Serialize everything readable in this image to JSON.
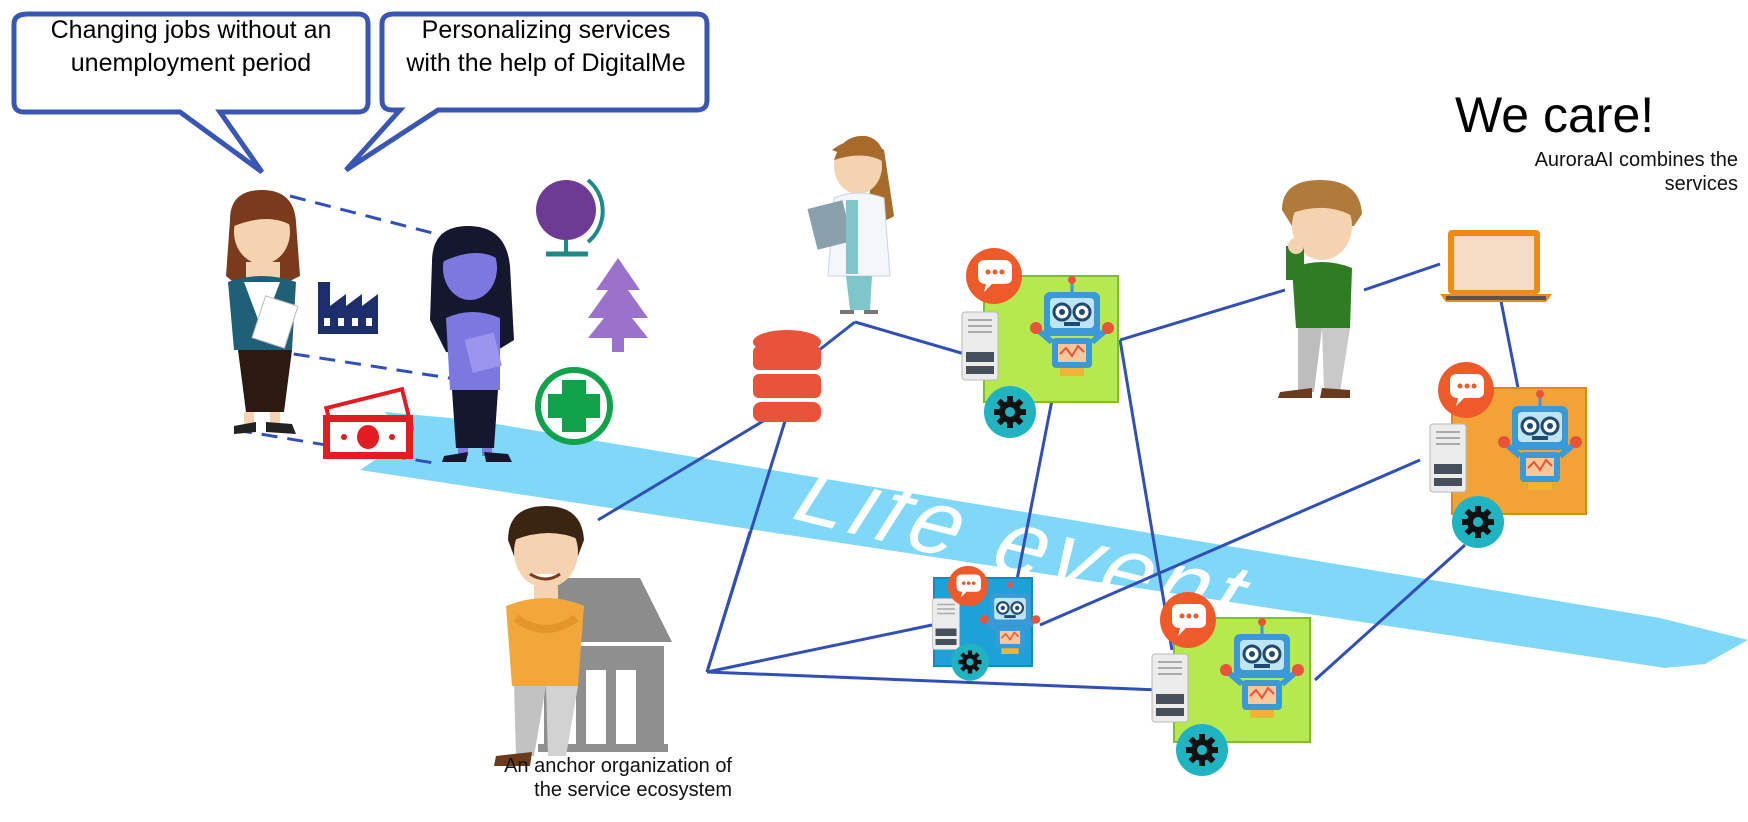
{
  "bubbles": {
    "left": "Changing jobs without an unemployment period",
    "right": "Personalizing services with the help of DigitalMe"
  },
  "banner": {
    "label": "Life event"
  },
  "header": {
    "title": "We care!",
    "subtitle": "AuroraAI  combines the services"
  },
  "anchor": {
    "caption": "An anchor organization of the service ecosystem"
  },
  "colors": {
    "banner": "#7fd8f7",
    "line": "#3050b8",
    "bubble_border": "#3a56b5",
    "service_green": "#b6e94e",
    "service_orange": "#f3a336",
    "service_blue": "#1ea0d8",
    "gear_teal": "#20b3c2",
    "chat_red": "#ee5a2a",
    "database_red": "#e8533a",
    "person_shirt_orange": "#f1a73a",
    "person_shirt_green": "#2f7d23"
  },
  "icons": [
    "factory-icon",
    "globe-icon",
    "tree-icon",
    "health-plus-icon",
    "money-icon",
    "database-icon",
    "laptop-icon",
    "robot-icon",
    "chat-bubble-icon",
    "server-icon",
    "gear-icon",
    "building-icon"
  ]
}
